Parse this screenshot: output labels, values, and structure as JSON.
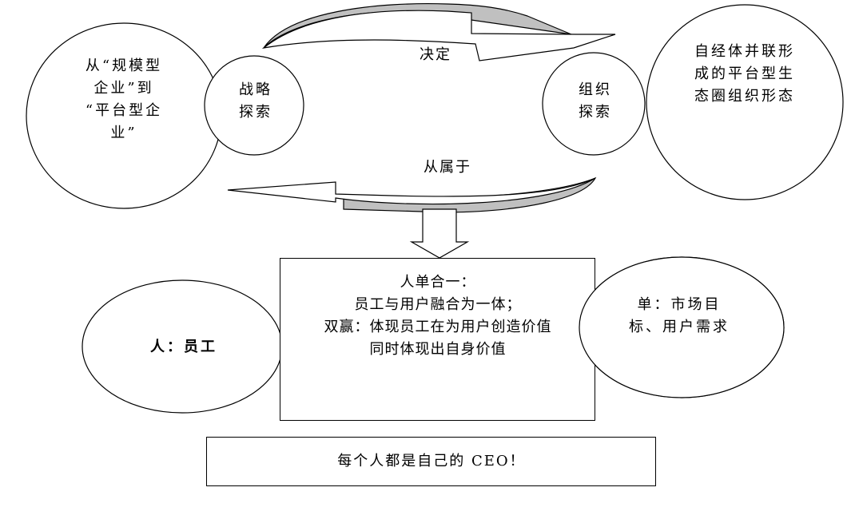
{
  "left_outer_circle": {
    "lines": [
      "从“规模型",
      "企业”到",
      "“平台型企",
      "业”"
    ]
  },
  "strategy_circle": {
    "lines": [
      "战略",
      "探索"
    ]
  },
  "org_circle": {
    "lines": [
      "组织",
      "探索"
    ]
  },
  "right_outer_circle": {
    "lines": [
      "自经体并联形",
      "成的平台型生",
      "态圈组织形态"
    ]
  },
  "top_arrow_label": "决定",
  "bottom_arrow_label": "从属于",
  "center_box": {
    "lines": [
      "人单合一：",
      "员工与用户融合为一体；",
      "双赢：体现员工在为用户创造价值",
      "同时体现出自身价值"
    ]
  },
  "person_ellipse": "人：员工",
  "order_ellipse": {
    "lines": [
      "单：市场目",
      "标、用户需求"
    ]
  },
  "footer_box": "每个人都是自己的 CEO！",
  "colors": {
    "arrow_fill": "#c0c0c0",
    "stroke": "#000000",
    "background": "#ffffff"
  }
}
